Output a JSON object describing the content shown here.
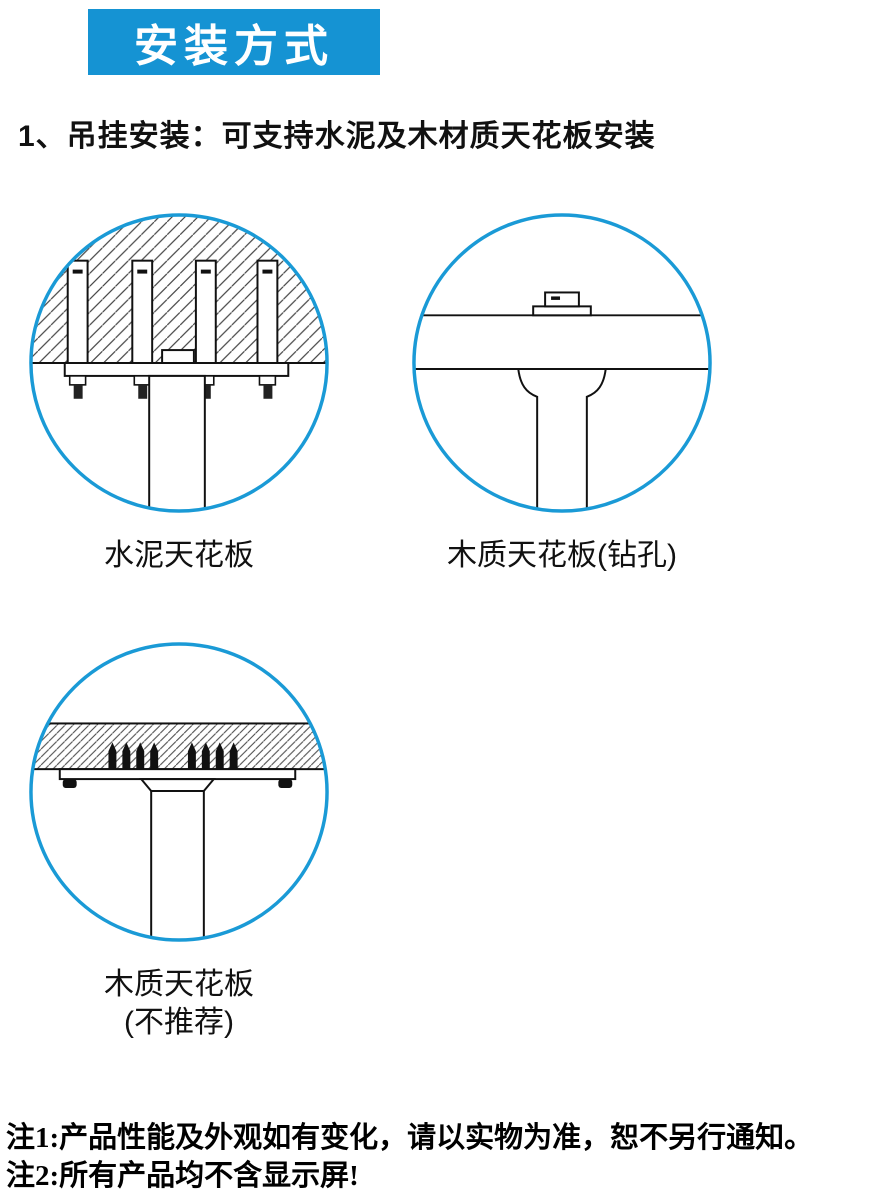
{
  "banner": {
    "title": "安装方式"
  },
  "heading": "1、吊挂安装：可支持水泥及木材质天花板安装",
  "diagrams": {
    "concrete": {
      "label": "水泥天花板"
    },
    "wood_drilled": {
      "label": "木质天花板(钻孔)"
    },
    "wood_not_recommended": {
      "label": "木质天花板",
      "sublabel": "(不推荐)"
    }
  },
  "notes": {
    "note1": "注1:产品性能及外观如有变化，请以实物为准，恕不另行通知。",
    "note2": "注2:所有产品均不含显示屏!"
  },
  "colors": {
    "accent_blue": "#1593d3",
    "line_black": "#111111"
  }
}
